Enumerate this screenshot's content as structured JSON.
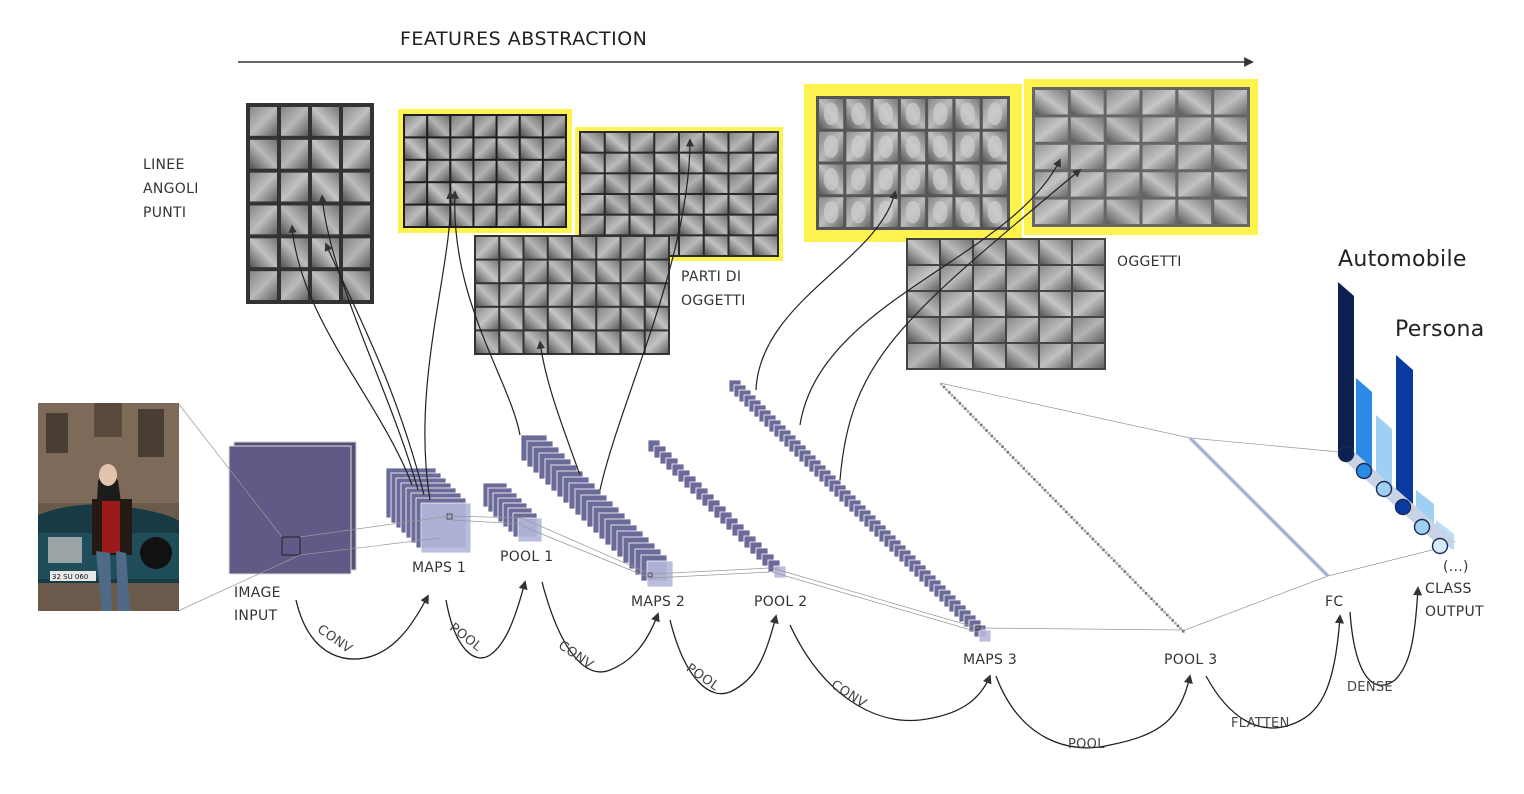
{
  "title": "FEATURES ABSTRACTION",
  "feature_labels": {
    "low": [
      "LINEE",
      "ANGOLI",
      "PUNTI"
    ],
    "mid": [
      "PARTI DI",
      "OGGETTI"
    ],
    "high": "OGGETTI"
  },
  "stages": {
    "input": [
      "IMAGE",
      "INPUT"
    ],
    "maps1": "MAPS 1",
    "pool1": "POOL 1",
    "maps2": "MAPS 2",
    "pool2": "POOL 2",
    "maps3": "MAPS 3",
    "pool3": "POOL 3",
    "fc": "FC",
    "output": [
      "CLASS",
      "OUTPUT"
    ],
    "ellipsis": "(...)"
  },
  "operations": {
    "conv1": "CONV",
    "pool1": "POOL",
    "conv2": "CONV",
    "pool2": "POOL",
    "conv3": "CONV",
    "pool3": "POOL",
    "flatten": "FLATTEN",
    "dense": "DENSE"
  },
  "classes": {
    "first": "Automobile",
    "second": "Persona"
  },
  "photo": {
    "plate_text": "32 SU 060"
  },
  "colors": {
    "map_fill": "#6b6b99",
    "map_light": "#b4b8dc",
    "highlight": "#fef24e",
    "bar_dark": "#0c2150",
    "bar_mid": "#2b8ae6",
    "bar_light": "#9fd0f4",
    "bar_blue": "#0a3aa0"
  },
  "icons": {
    "arrow": "arrow-right-icon"
  }
}
